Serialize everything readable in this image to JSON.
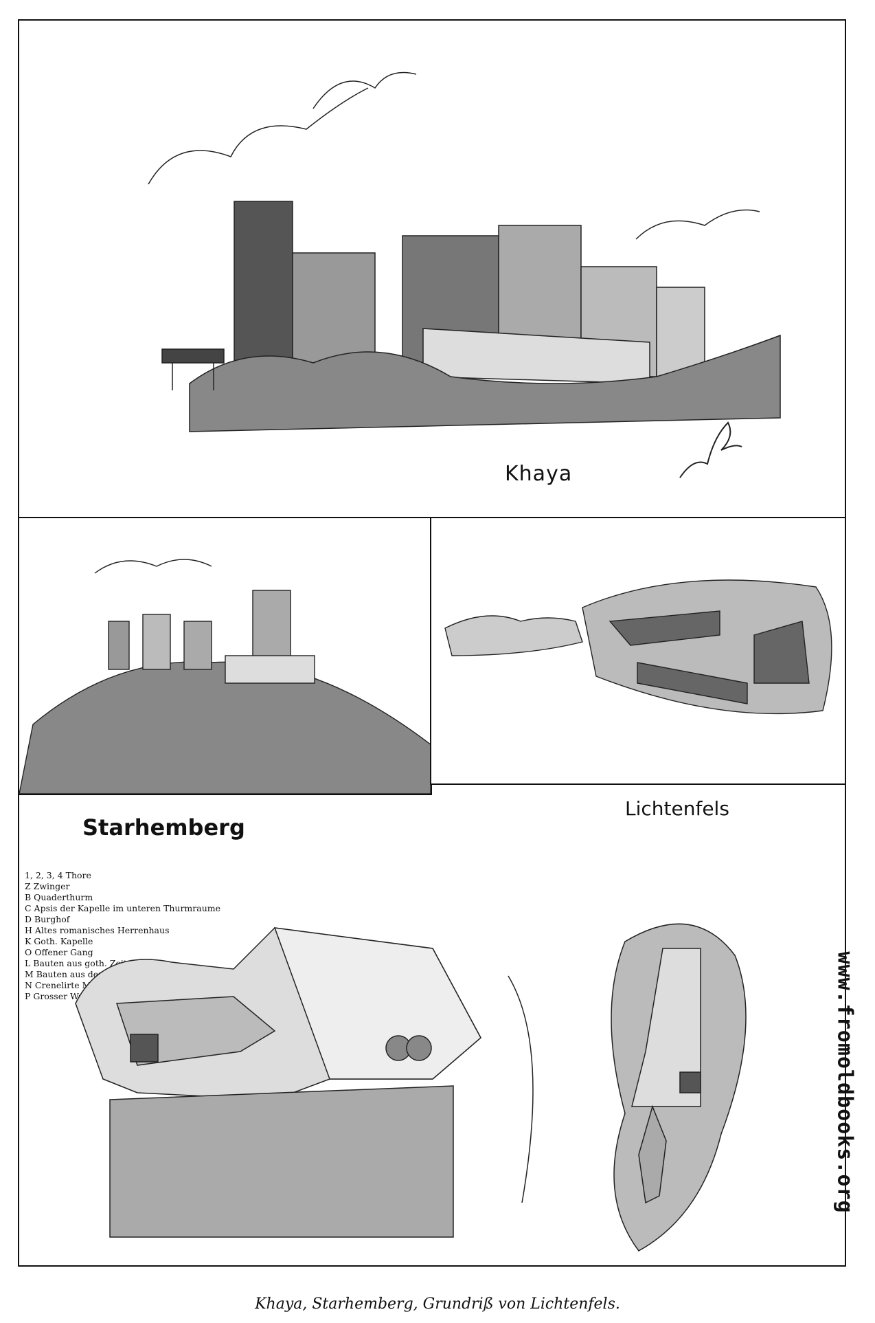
{
  "panels": {
    "khaya": {
      "title": "Khaya"
    },
    "starhemberg": {
      "title": "Starhemberg",
      "legend": [
        "1, 2, 3, 4 Thore",
        "Z Zwinger",
        "B Quaderthurm",
        "C Apsis der Kapelle im unteren Thurmraume",
        "D Burghof",
        "H Altes romanisches Herrenhaus",
        "K Goth. Kapelle",
        "O Offener Gang",
        "L Bauten aus goth. Zeit",
        "M Bauten aus der Renaissance-Zeit",
        "N Crenelirte Mauern",
        "P Grosser Waffenplatz"
      ]
    },
    "lichtenfels": {
      "title": "Lichtenfels"
    }
  },
  "caption": "Khaya, Starhemberg, Grundriß von Lichtenfels.",
  "watermark": "www.fromoldbooks.org",
  "icons": [
    "castle-drawing",
    "ruin-drawing",
    "floor-plan"
  ]
}
